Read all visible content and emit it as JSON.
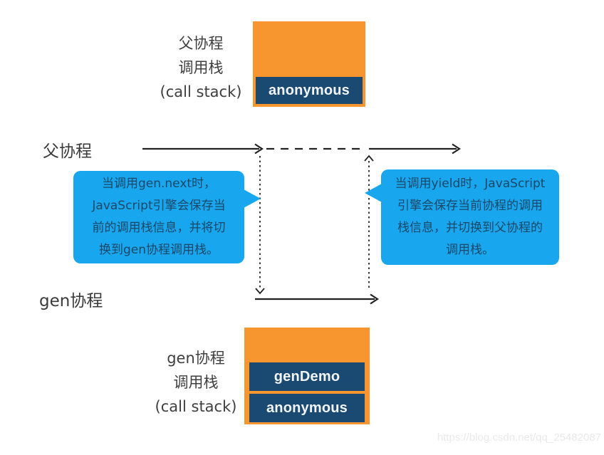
{
  "colors": {
    "stack_box_orange": "#F7962F",
    "stack_frame_navy": "#1A4971",
    "bubble_blue": "#18A7EE",
    "bubble_text": "#1C4767",
    "label_text": "#3F3F3F",
    "arrow_black": "#222222",
    "watermark_gray": "#E9E9E9"
  },
  "parent_stack": {
    "label": "父协程\n调用栈\n(call stack)",
    "frames": [
      "anonymous"
    ]
  },
  "gen_stack": {
    "label": "gen协程\n调用栈\n(call stack)",
    "frames": [
      "genDemo",
      "anonymous"
    ]
  },
  "lanes": {
    "parent_label": "父协程",
    "gen_label": "gen协程"
  },
  "callouts": {
    "gen_next": "当调用gen.next时，\nJavaScript引擎会保存当\n前的调用栈信息，并将切\n换到gen协程调用栈。",
    "yield": "当调用yield时，JavaScript\n引擎会保存当前协程的调用\n栈信息，并切换到父协程的\n调用栈。"
  },
  "watermark": "https://blog.csdn.net/qq_25482087"
}
